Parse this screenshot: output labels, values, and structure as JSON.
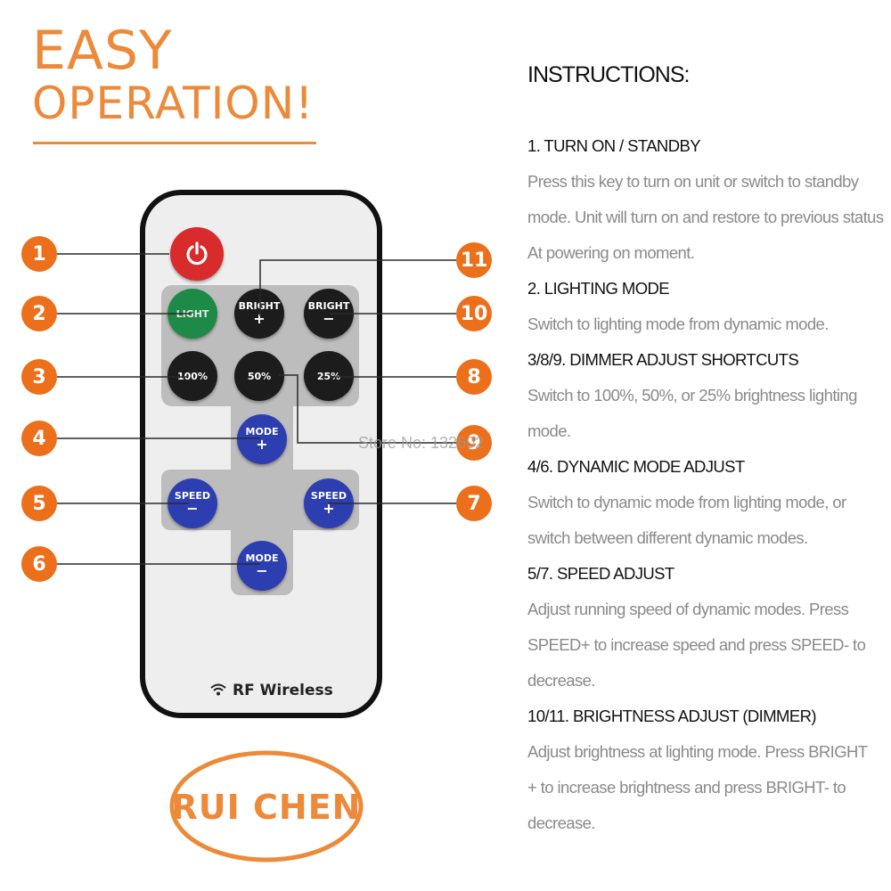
{
  "headline": {
    "line1": "EASY",
    "line2": "OPERATION!"
  },
  "remote": {
    "power_label": "",
    "buttons": {
      "light": "LIGHT",
      "bright_plus": {
        "label": "BRIGHT",
        "sym": "+"
      },
      "bright_minus": {
        "label": "BRIGHT",
        "sym": "−"
      },
      "b100": "100%",
      "b50": "50%",
      "b25": "25%",
      "mode_plus": {
        "label": "MODE",
        "sym": "+"
      },
      "speed_minus": {
        "label": "SPEED",
        "sym": "−"
      },
      "speed_plus": {
        "label": "SPEED",
        "sym": "+"
      },
      "mode_minus": {
        "label": "MODE",
        "sym": "−"
      }
    },
    "footer": "RF Wireless"
  },
  "badges": [
    "1",
    "2",
    "3",
    "4",
    "5",
    "6",
    "7",
    "8",
    "9",
    "10",
    "11"
  ],
  "watermark": "Store No: 132602",
  "instructions": {
    "title": "INSTRUCTIONS:",
    "lines": [
      {
        "text": "1. TURN ON / STANDBY",
        "kind": "head"
      },
      {
        "text": "Press this key to turn on unit or switch to standby",
        "kind": "body"
      },
      {
        "text": "mode. Unit will turn on and restore to previous status",
        "kind": "body"
      },
      {
        "text": "At powering on moment.",
        "kind": "body"
      },
      {
        "text": "2. LIGHTING MODE",
        "kind": "head"
      },
      {
        "text": "Switch to lighting mode from dynamic mode.",
        "kind": "body"
      },
      {
        "text": "3/8/9. DIMMER ADJUST SHORTCUTS",
        "kind": "head"
      },
      {
        "text": "Switch to 100%, 50%, or 25% brightness lighting",
        "kind": "body"
      },
      {
        "text": "mode.",
        "kind": "body"
      },
      {
        "text": "4/6. DYNAMIC MODE ADJUST",
        "kind": "head"
      },
      {
        "text": "Switch to dynamic mode from lighting mode, or",
        "kind": "body"
      },
      {
        "text": "switch between different dynamic modes.",
        "kind": "body"
      },
      {
        "text": "5/7. SPEED ADJUST",
        "kind": "head"
      },
      {
        "text": "Adjust running speed of dynamic modes. Press",
        "kind": "body"
      },
      {
        "text": "SPEED+ to increase speed and press SPEED- to",
        "kind": "body"
      },
      {
        "text": "decrease.",
        "kind": "body"
      },
      {
        "text": "10/11. BRIGHTNESS ADJUST (DIMMER)",
        "kind": "head"
      },
      {
        "text": "Adjust brightness at lighting mode. Press BRIGHT",
        "kind": "body"
      },
      {
        "text": "+ to increase brightness and press BRIGHT- to",
        "kind": "body"
      },
      {
        "text": "decrease.",
        "kind": "body"
      }
    ]
  },
  "logo": {
    "text": "RUI CHEN"
  },
  "colors": {
    "accent": "#ec8a3a",
    "badge": "#ec6f1b",
    "blue": "#2d3fb0",
    "green": "#1d8a48",
    "red": "#d82b2b"
  }
}
